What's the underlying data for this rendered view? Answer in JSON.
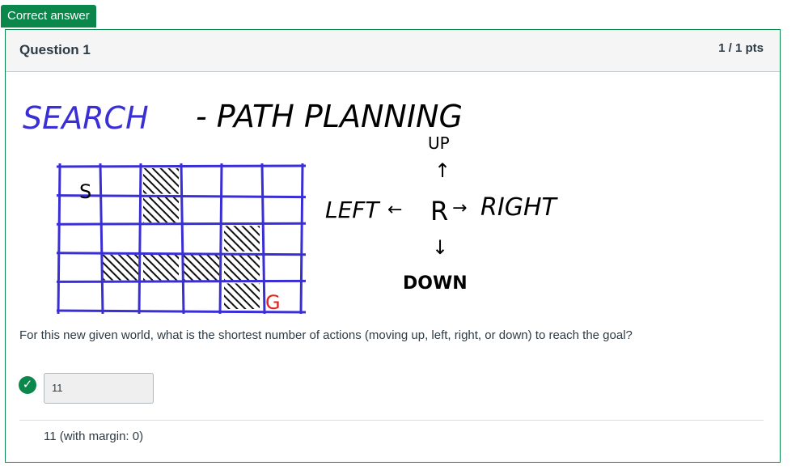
{
  "badge": {
    "label": "Correct answer"
  },
  "question": {
    "title": "Question 1",
    "points": "1 / 1 pts",
    "image": {
      "title_search": "SEARCH",
      "title_path": "- PATH PLANNING",
      "dir_up": "UP",
      "dir_left": "LEFT",
      "dir_robot": "R",
      "dir_right": "RIGHT",
      "dir_down": "DOWN",
      "start": "S",
      "goal": "G",
      "grid_rows": 5,
      "grid_cols": 6,
      "obstacles": [
        [
          0,
          2
        ],
        [
          1,
          2
        ],
        [
          2,
          4
        ],
        [
          3,
          1
        ],
        [
          3,
          2
        ],
        [
          3,
          3
        ],
        [
          3,
          4
        ],
        [
          4,
          4
        ]
      ]
    },
    "text": "For this new given world, what is the shortest number of actions (moving up, left, right, or down) to reach the goal?"
  },
  "answer": {
    "value": "11",
    "status": "correct"
  },
  "correct_answer": {
    "text": "11 (with margin: 0)"
  },
  "colors": {
    "accent": "#0b874b",
    "ink_blue": "#3a2fd6",
    "goal_red": "#e0231d"
  }
}
